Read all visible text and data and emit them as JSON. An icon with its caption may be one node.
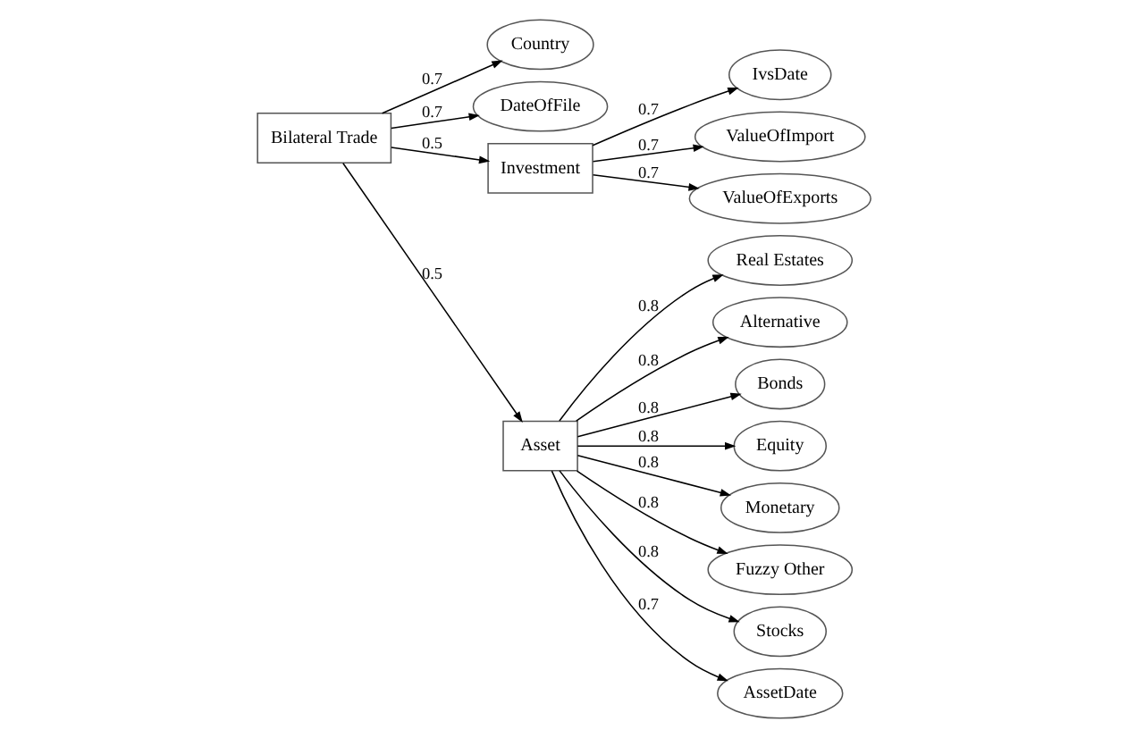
{
  "diagram": {
    "nodes": [
      {
        "text": [
          "Bilateral Trade"
        ]
      },
      {
        "text": [
          "Country"
        ]
      },
      {
        "text": [
          "DateOfFile"
        ]
      },
      {
        "text": [
          "Investment"
        ]
      },
      {
        "text": [
          "Asset"
        ]
      },
      {
        "text": [
          "Real Estates"
        ]
      },
      {
        "text": [
          "Alternative"
        ]
      },
      {
        "text": [
          "IvsDate"
        ]
      },
      {
        "text": [
          "ValueOfImport"
        ]
      },
      {
        "text": [
          "Bonds"
        ]
      },
      {
        "text": [
          "Equity"
        ]
      },
      {
        "text": [
          "ValueOfExports"
        ]
      },
      {
        "text": [
          "Monetary"
        ]
      },
      {
        "text": [
          "Fuzzy Other"
        ]
      },
      {
        "text": [
          "Stocks"
        ]
      },
      {
        "text": [
          "AssetDate"
        ]
      }
    ],
    "edges": [
      {
        "from": 0,
        "to": 1,
        "arrow": "to",
        "label": "0.7"
      },
      {
        "from": 0,
        "to": 2,
        "arrow": "to",
        "label": "0.7"
      },
      {
        "from": 0,
        "to": 3,
        "arrow": "to",
        "label": "0.5"
      },
      {
        "from": 0,
        "to": 4,
        "arrow": "to",
        "label": "0.5"
      },
      {
        "from": 3,
        "to": 7,
        "arrow": "to",
        "label": "0.7"
      },
      {
        "from": 3,
        "to": 11,
        "arrow": "to",
        "label": "0.7"
      },
      {
        "from": 3,
        "to": 8,
        "arrow": "to",
        "label": "0.7"
      },
      {
        "from": 4,
        "to": 5,
        "arrow": "to",
        "label": "0.8"
      },
      {
        "from": 4,
        "to": 6,
        "arrow": "to",
        "label": "0.8"
      },
      {
        "from": 4,
        "to": 9,
        "arrow": "to",
        "label": "0.8"
      },
      {
        "from": 4,
        "to": 10,
        "arrow": "to",
        "label": "0.8"
      },
      {
        "from": 4,
        "to": 12,
        "arrow": "to",
        "label": "0.8"
      },
      {
        "from": 4,
        "to": 14,
        "arrow": "to",
        "label": "0.8"
      },
      {
        "from": 4,
        "to": 15,
        "arrow": "to",
        "label": "0.7"
      },
      {
        "from": 4,
        "to": 13,
        "arrow": "to",
        "label": "0.8"
      }
    ]
  }
}
